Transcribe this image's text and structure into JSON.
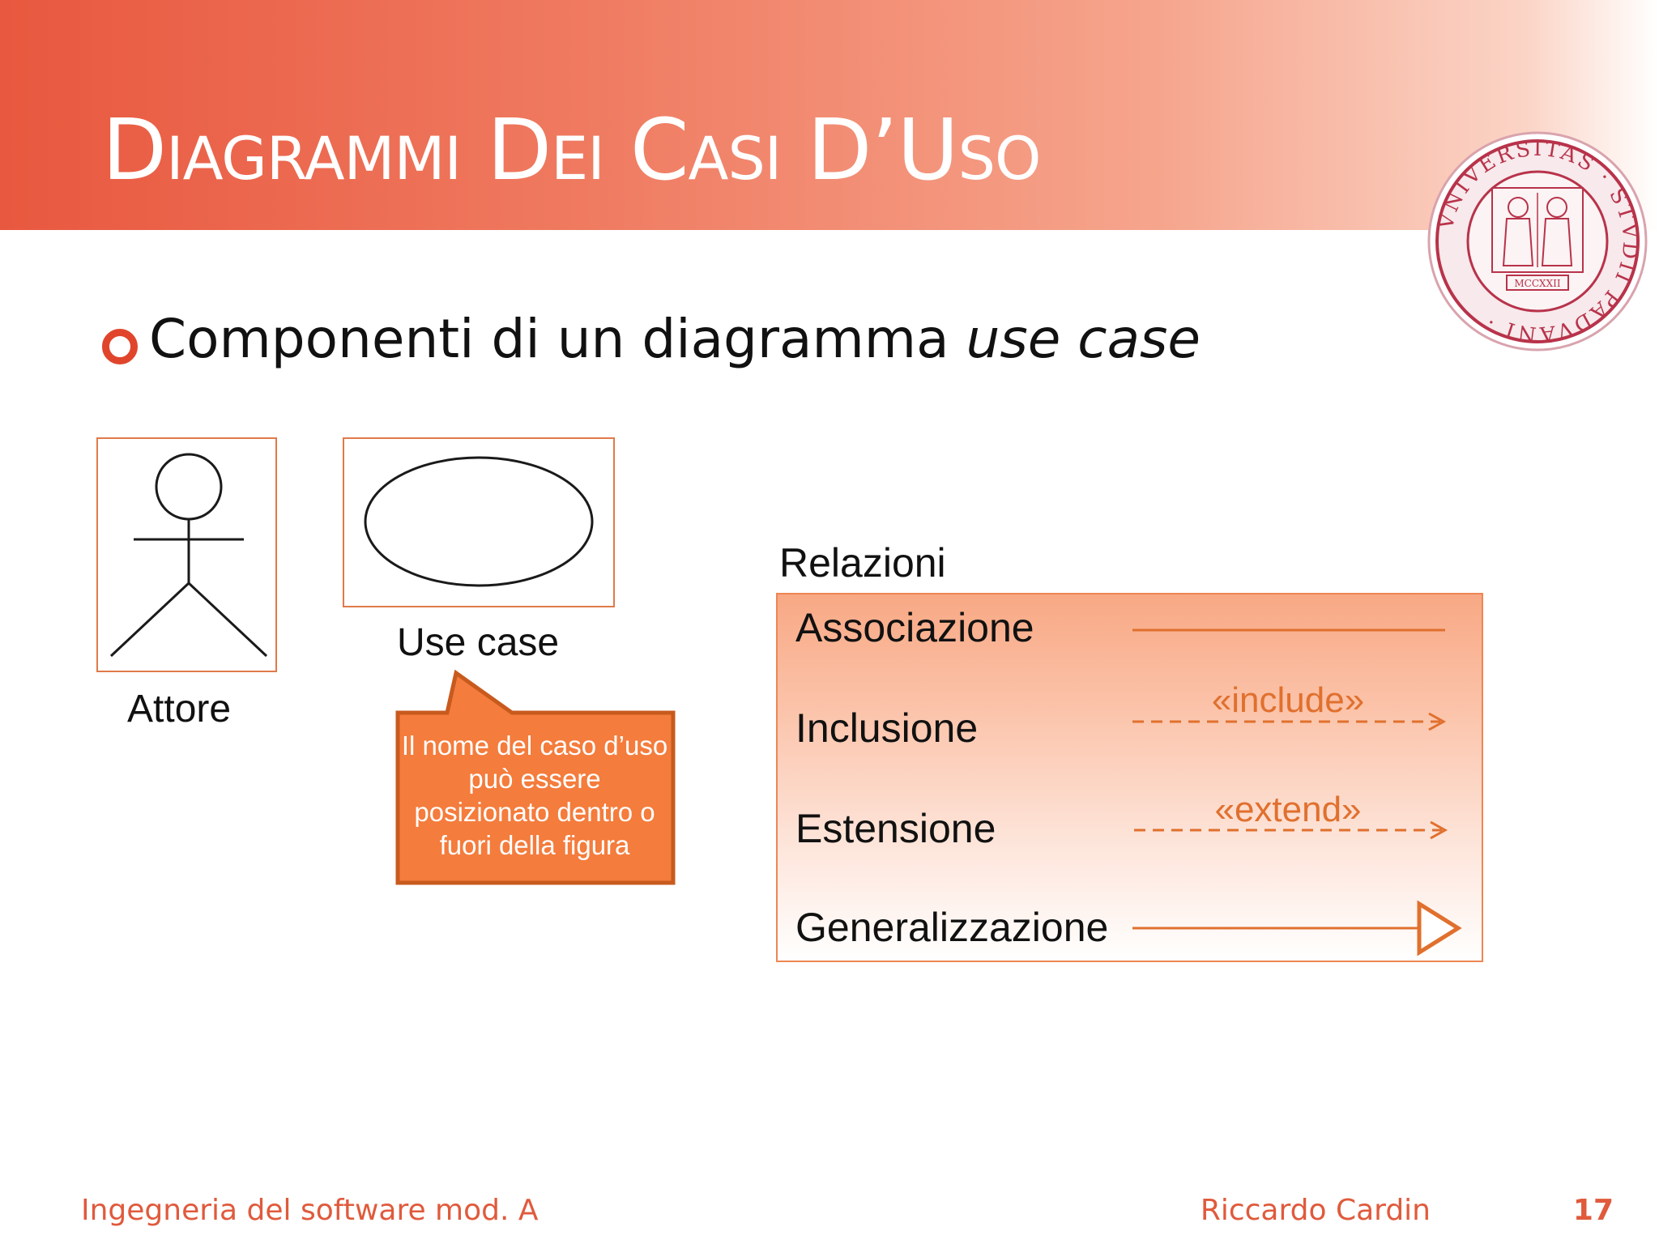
{
  "slide": {
    "title": "Diagrammi Dei Casi D’Uso",
    "bullet": {
      "text_plain": "Componenti di un diagramma ",
      "text_italic": "use case"
    }
  },
  "figures": {
    "actor_label": "Attore",
    "usecase_label": "Use case",
    "callout_text": "Il nome del caso d’uso può essere posizionato dentro o fuori della figura"
  },
  "relations": {
    "title": "Relazioni",
    "items": [
      {
        "label": "Associazione",
        "stereotype": ""
      },
      {
        "label": "Inclusione",
        "stereotype": "«include»"
      },
      {
        "label": "Estensione",
        "stereotype": "«extend»"
      },
      {
        "label": "Generalizzazione",
        "stereotype": ""
      }
    ]
  },
  "footer": {
    "course": "Ingegneria del software mod. A",
    "author": "Riccardo Cardin",
    "page": "17"
  },
  "seal": {
    "text_top": "UNIVERSITAS",
    "text_right": "STUDII PADUANI",
    "year": "MCCXXII"
  },
  "colors": {
    "accent": "#e0452c",
    "relation_orange": "#e0702e",
    "footer_text": "#e05a3c",
    "seal_red": "#b8334a"
  }
}
